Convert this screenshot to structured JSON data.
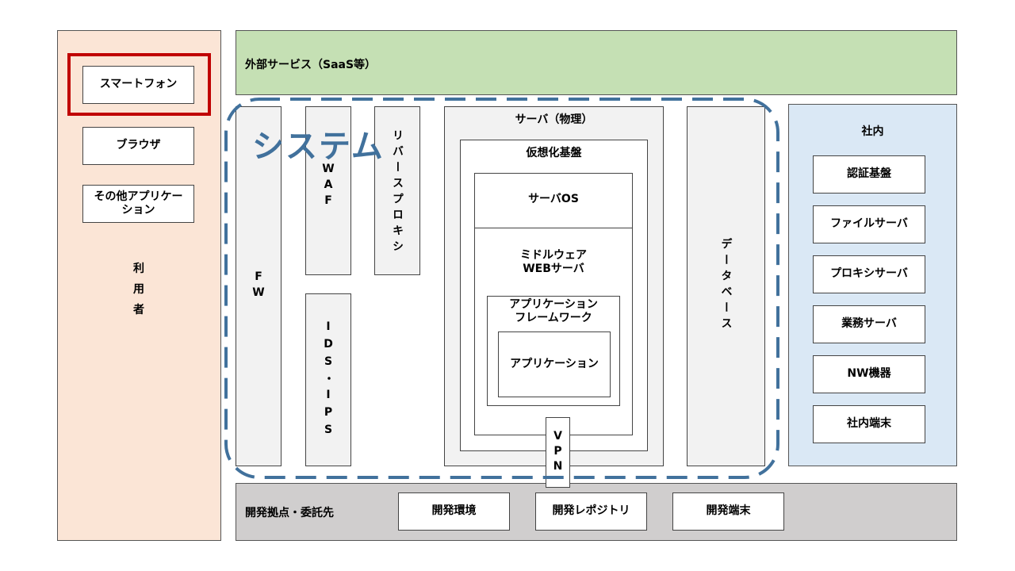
{
  "users": {
    "label": "利\n用\n者",
    "items": [
      "スマートフォン",
      "ブラウザ",
      "その他アプリケー\nション"
    ]
  },
  "saas": {
    "label": "外部サービス（SaaS等）"
  },
  "system": {
    "label": "システム",
    "fw": "FW",
    "waf": "WAF",
    "ids": "IDS・IPS",
    "proxy": "リバースプロキシ",
    "server": {
      "title": "サーバ（物理）",
      "virt": "仮想化基盤",
      "os": "サーバOS",
      "middleware": "ミドルウェア\nWEBサーバ",
      "framework": "アプリケーション\nフレームワーク",
      "app": "アプリケーション"
    },
    "db": "データベース",
    "vpn": "VPN"
  },
  "internal": {
    "title": "社内",
    "items": [
      "認証基盤",
      "ファイルサーバ",
      "プロキシサーバ",
      "業務サーバ",
      "NW機器",
      "社内端末"
    ]
  },
  "dev": {
    "label": "開発拠点・委託先",
    "items": [
      "開発環境",
      "開発レポジトリ",
      "開発端末"
    ]
  },
  "colors": {
    "users_bg": "#fbe5d6",
    "saas_bg": "#c5e0b4",
    "internal_bg": "#dae8f5",
    "dev_bg": "#d0cece",
    "highlight": "#c00000",
    "system_dash": "#41719c"
  }
}
